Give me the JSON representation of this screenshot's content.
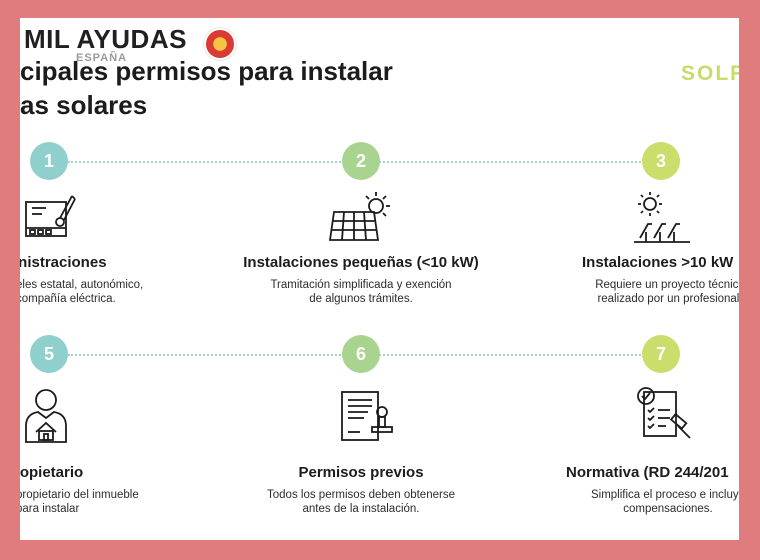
{
  "watermark": {
    "brand": "MIL AYUDAS",
    "country": "ESPAÑA"
  },
  "logo": {
    "text": "SOLF"
  },
  "title": {
    "line1": "cipales permisos para instalar",
    "line2": "as solares"
  },
  "colors": {
    "teal": "#8fd0cc",
    "green": "#a9d48f",
    "lime": "#cbdd6a",
    "frame": "#e07c7e"
  },
  "rows": [
    {
      "items": [
        {
          "number": "1",
          "icon": "blueprint-pen-icon",
          "title": "inistraciones",
          "desc1": "eles estatal, autonómico,",
          "desc2": "compañía eléctrica."
        },
        {
          "number": "2",
          "icon": "solar-panel-sun-icon",
          "title": "Instalaciones pequeñas (<10 kW)",
          "desc1": "Tramitación simplificada y exención",
          "desc2": "de algunos trámites."
        },
        {
          "number": "3",
          "icon": "solar-field-sun-icon",
          "title": "Instalaciones >10 kW",
          "desc1": "Requiere un proyecto técnico",
          "desc2": "realizado por un profesional."
        }
      ]
    },
    {
      "items": [
        {
          "number": "5",
          "icon": "owner-house-icon",
          "title": "ropietario",
          "desc1": "propietario del inmueble",
          "desc2": "para instalar"
        },
        {
          "number": "6",
          "icon": "document-stamp-icon",
          "title": "Permisos previos",
          "desc1": "Todos los permisos deben obtenerse",
          "desc2": "antes de la instalación."
        },
        {
          "number": "7",
          "icon": "regulation-gavel-icon",
          "title": "Normativa (RD 244/201",
          "desc1": "Simplifica el proceso e incluye",
          "desc2": "compensaciones."
        }
      ]
    }
  ]
}
